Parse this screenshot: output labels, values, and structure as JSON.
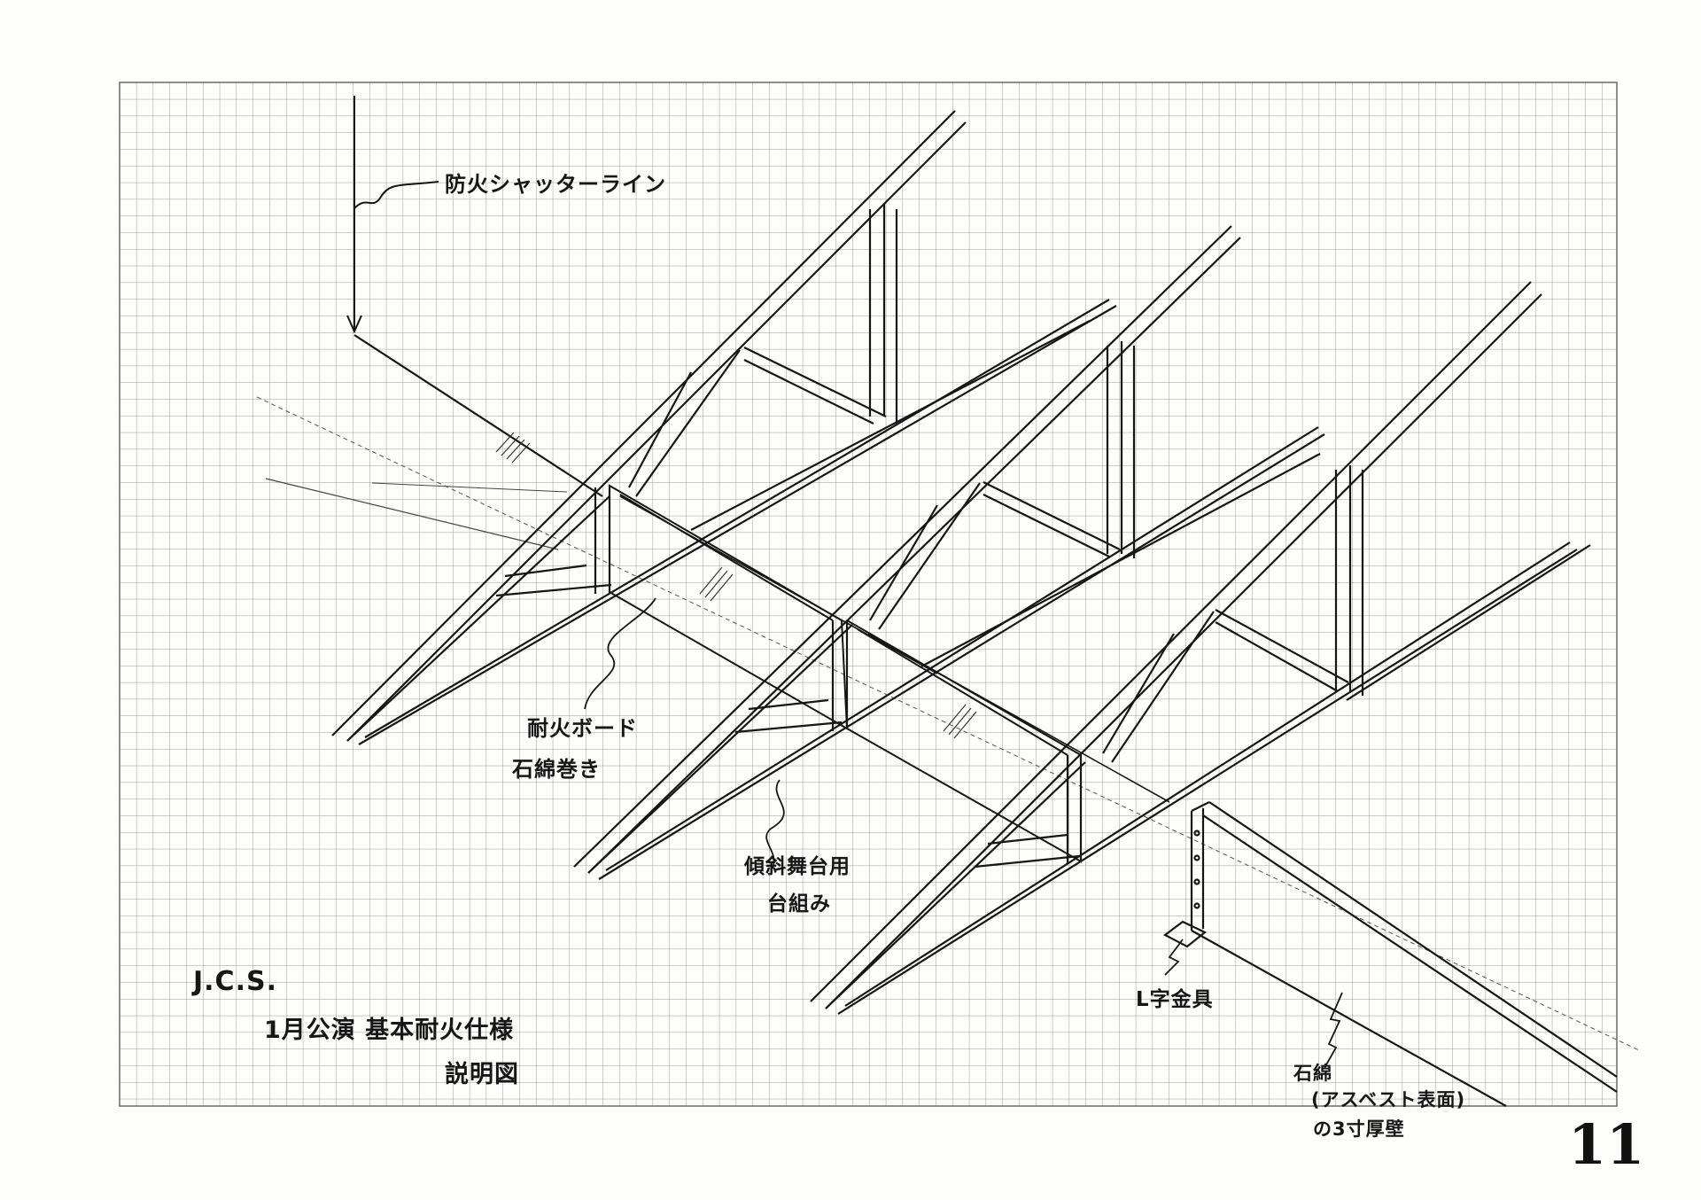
{
  "labels": {
    "shutter_line": "防火シャッターライン",
    "board_line1": "耐火ボード",
    "board_line2": "石綿巻き",
    "stage_line1": "傾斜舞台用",
    "stage_line2": "台組み",
    "l_bracket": "L字金具",
    "asbestos_line1": "石綿",
    "asbestos_line2": "(アスベスト表面)",
    "asbestos_line3": "の3寸厚壁",
    "company": "J.C.S.",
    "title_line1": "1月公演 基本耐火仕様",
    "title_line2": "説明図",
    "page_number": "11"
  },
  "colors": {
    "ink": "#161616",
    "grid": "#9a9a9a",
    "paper": "#fdfdfb"
  }
}
